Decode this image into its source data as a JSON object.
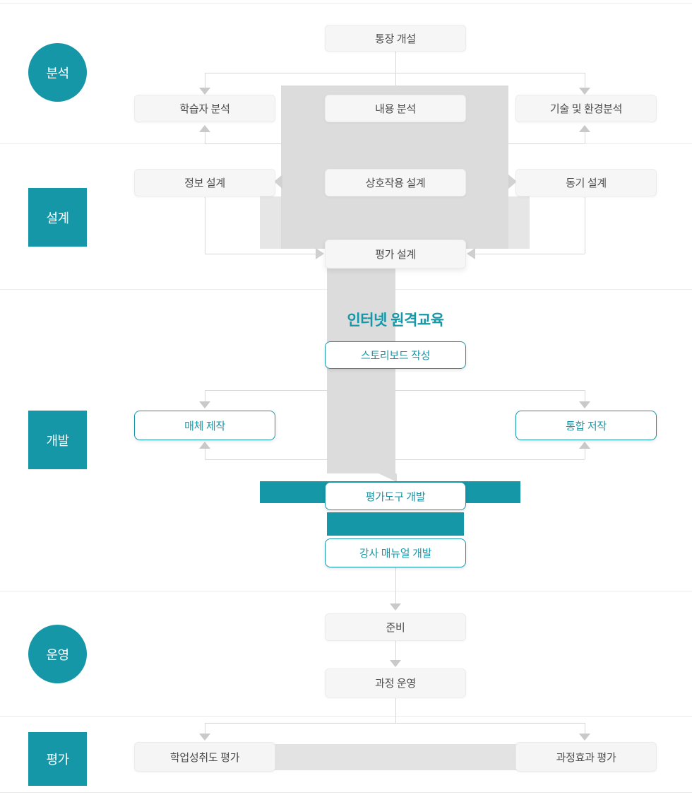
{
  "stages": [
    {
      "label": "분석",
      "shape": "circle"
    },
    {
      "label": "설계",
      "shape": "square"
    },
    {
      "label": "개발",
      "shape": "square"
    },
    {
      "label": "운영",
      "shape": "circle"
    },
    {
      "label": "평가",
      "shape": "square"
    }
  ],
  "nodes": {
    "account_open": "통장 개설",
    "learner_analysis": "학습자 분석",
    "content_analysis": "내용 분석",
    "tech_env_analysis": "기술 및 환경분석",
    "info_design": "정보 설계",
    "interaction_design": "상호작용 설계",
    "motivation_design": "동기 설계",
    "evaluation_design": "평가 설계",
    "internet_distance_edu": "인터넷 원격교육",
    "storyboard": "스토리보드 작성",
    "media_production": "매체 제작",
    "integrated_authoring": "통합 저작",
    "eval_tool_dev": "평가도구 개발",
    "instructor_manual_dev": "강사 매뉴얼 개발",
    "preparation": "준비",
    "course_operation": "과정 운영",
    "achievement_eval": "학업성취도 평가",
    "course_effect_eval": "과정효과 평가"
  },
  "colors": {
    "teal": "#1697a8",
    "shape_gray": "#dcdcdc",
    "wing_gray": "#e6e6e6",
    "bottom_band_gray": "#e3e3e3",
    "line_gray": "#d8d8d8",
    "box_bg": "#f6f6f6",
    "box_text": "#4d4d4d"
  }
}
